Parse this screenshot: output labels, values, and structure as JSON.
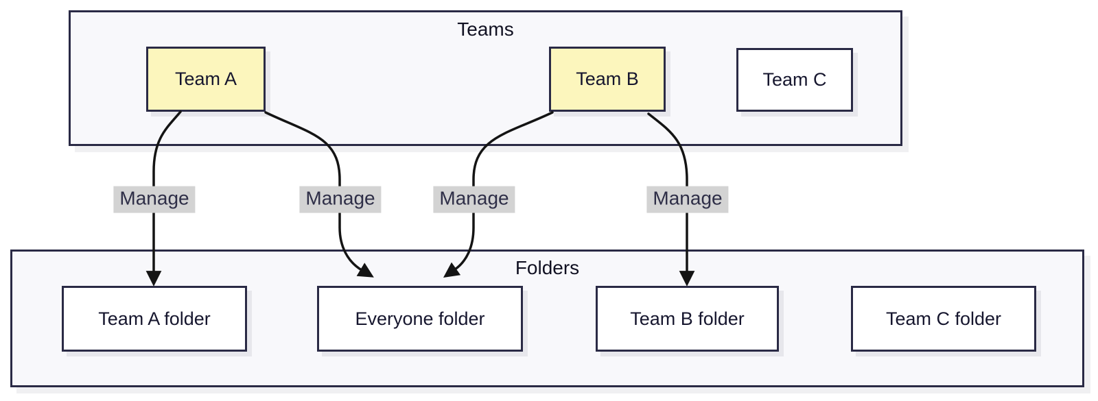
{
  "diagram": {
    "type": "flowchart",
    "teams_container": {
      "title": "Teams"
    },
    "folders_container": {
      "title": "Folders"
    },
    "teams": [
      {
        "label": "Team A",
        "highlighted": true
      },
      {
        "label": "Team B",
        "highlighted": true
      },
      {
        "label": "Team C",
        "highlighted": false
      }
    ],
    "folders": [
      {
        "label": "Team A folder"
      },
      {
        "label": "Everyone folder"
      },
      {
        "label": "Team B folder"
      },
      {
        "label": "Team C folder"
      }
    ],
    "edges": [
      {
        "from": "Team A",
        "to": "Team A folder",
        "label": "Manage"
      },
      {
        "from": "Team A",
        "to": "Everyone folder",
        "label": "Manage"
      },
      {
        "from": "Team B",
        "to": "Everyone folder",
        "label": "Manage"
      },
      {
        "from": "Team B",
        "to": "Team B folder",
        "label": "Manage"
      }
    ],
    "colors": {
      "highlight_node_fill": "#fcf6bd",
      "node_fill": "#ffffff",
      "container_fill": "#f8f8fb",
      "border": "#2a2a45",
      "edge_stroke": "#141414",
      "edge_label_bg": "#d3d3d3",
      "text": "#16162e"
    }
  }
}
